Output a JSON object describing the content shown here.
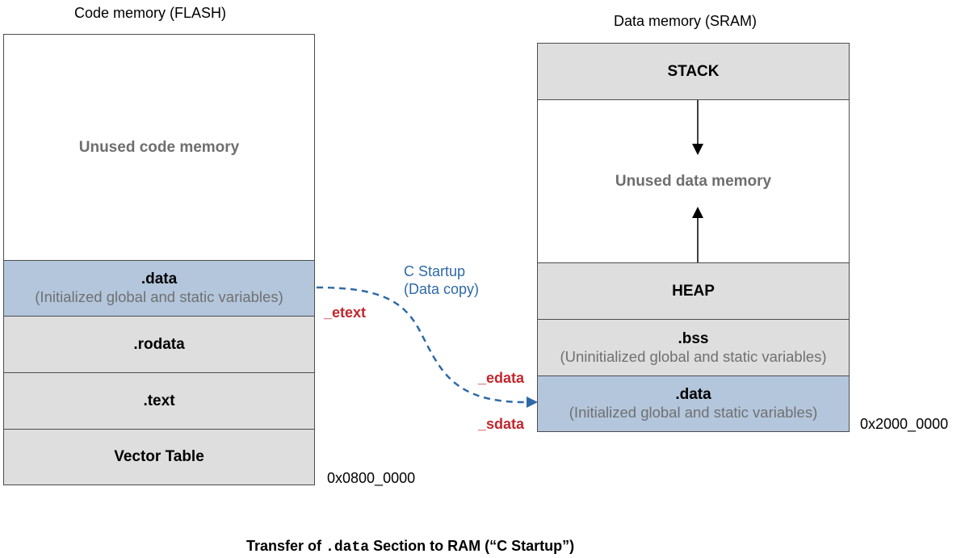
{
  "flash": {
    "title": "Code memory (FLASH)",
    "unused": "Unused code memory",
    "data_title": ".data",
    "data_sub": "(Initialized global and static variables)",
    "rodata": ".rodata",
    "text": ".text",
    "vector_table": "Vector Table",
    "base_address": "0x0800_0000"
  },
  "sram": {
    "title": "Data memory (SRAM)",
    "stack": "STACK",
    "unused": "Unused data memory",
    "heap": "HEAP",
    "bss_title": ".bss",
    "bss_sub": "(Uninitialized global and static variables)",
    "data_title": ".data",
    "data_sub": "(Initialized global and static variables)",
    "base_address": "0x2000_0000"
  },
  "symbols": {
    "etext": "_etext",
    "edata": "_edata",
    "sdata": "_sdata"
  },
  "transfer_note": {
    "line1": "C Startup",
    "line2": "(Data copy)"
  },
  "caption": {
    "prefix": "Transfer of",
    "code": ".data",
    "suffix": "Section to RAM (“C Startup”)"
  },
  "colors": {
    "section_gray": "#dedede",
    "section_blue": "#b3c6dc",
    "symbol_red": "#c1272d",
    "arrow_blue": "#2e6aa7"
  }
}
